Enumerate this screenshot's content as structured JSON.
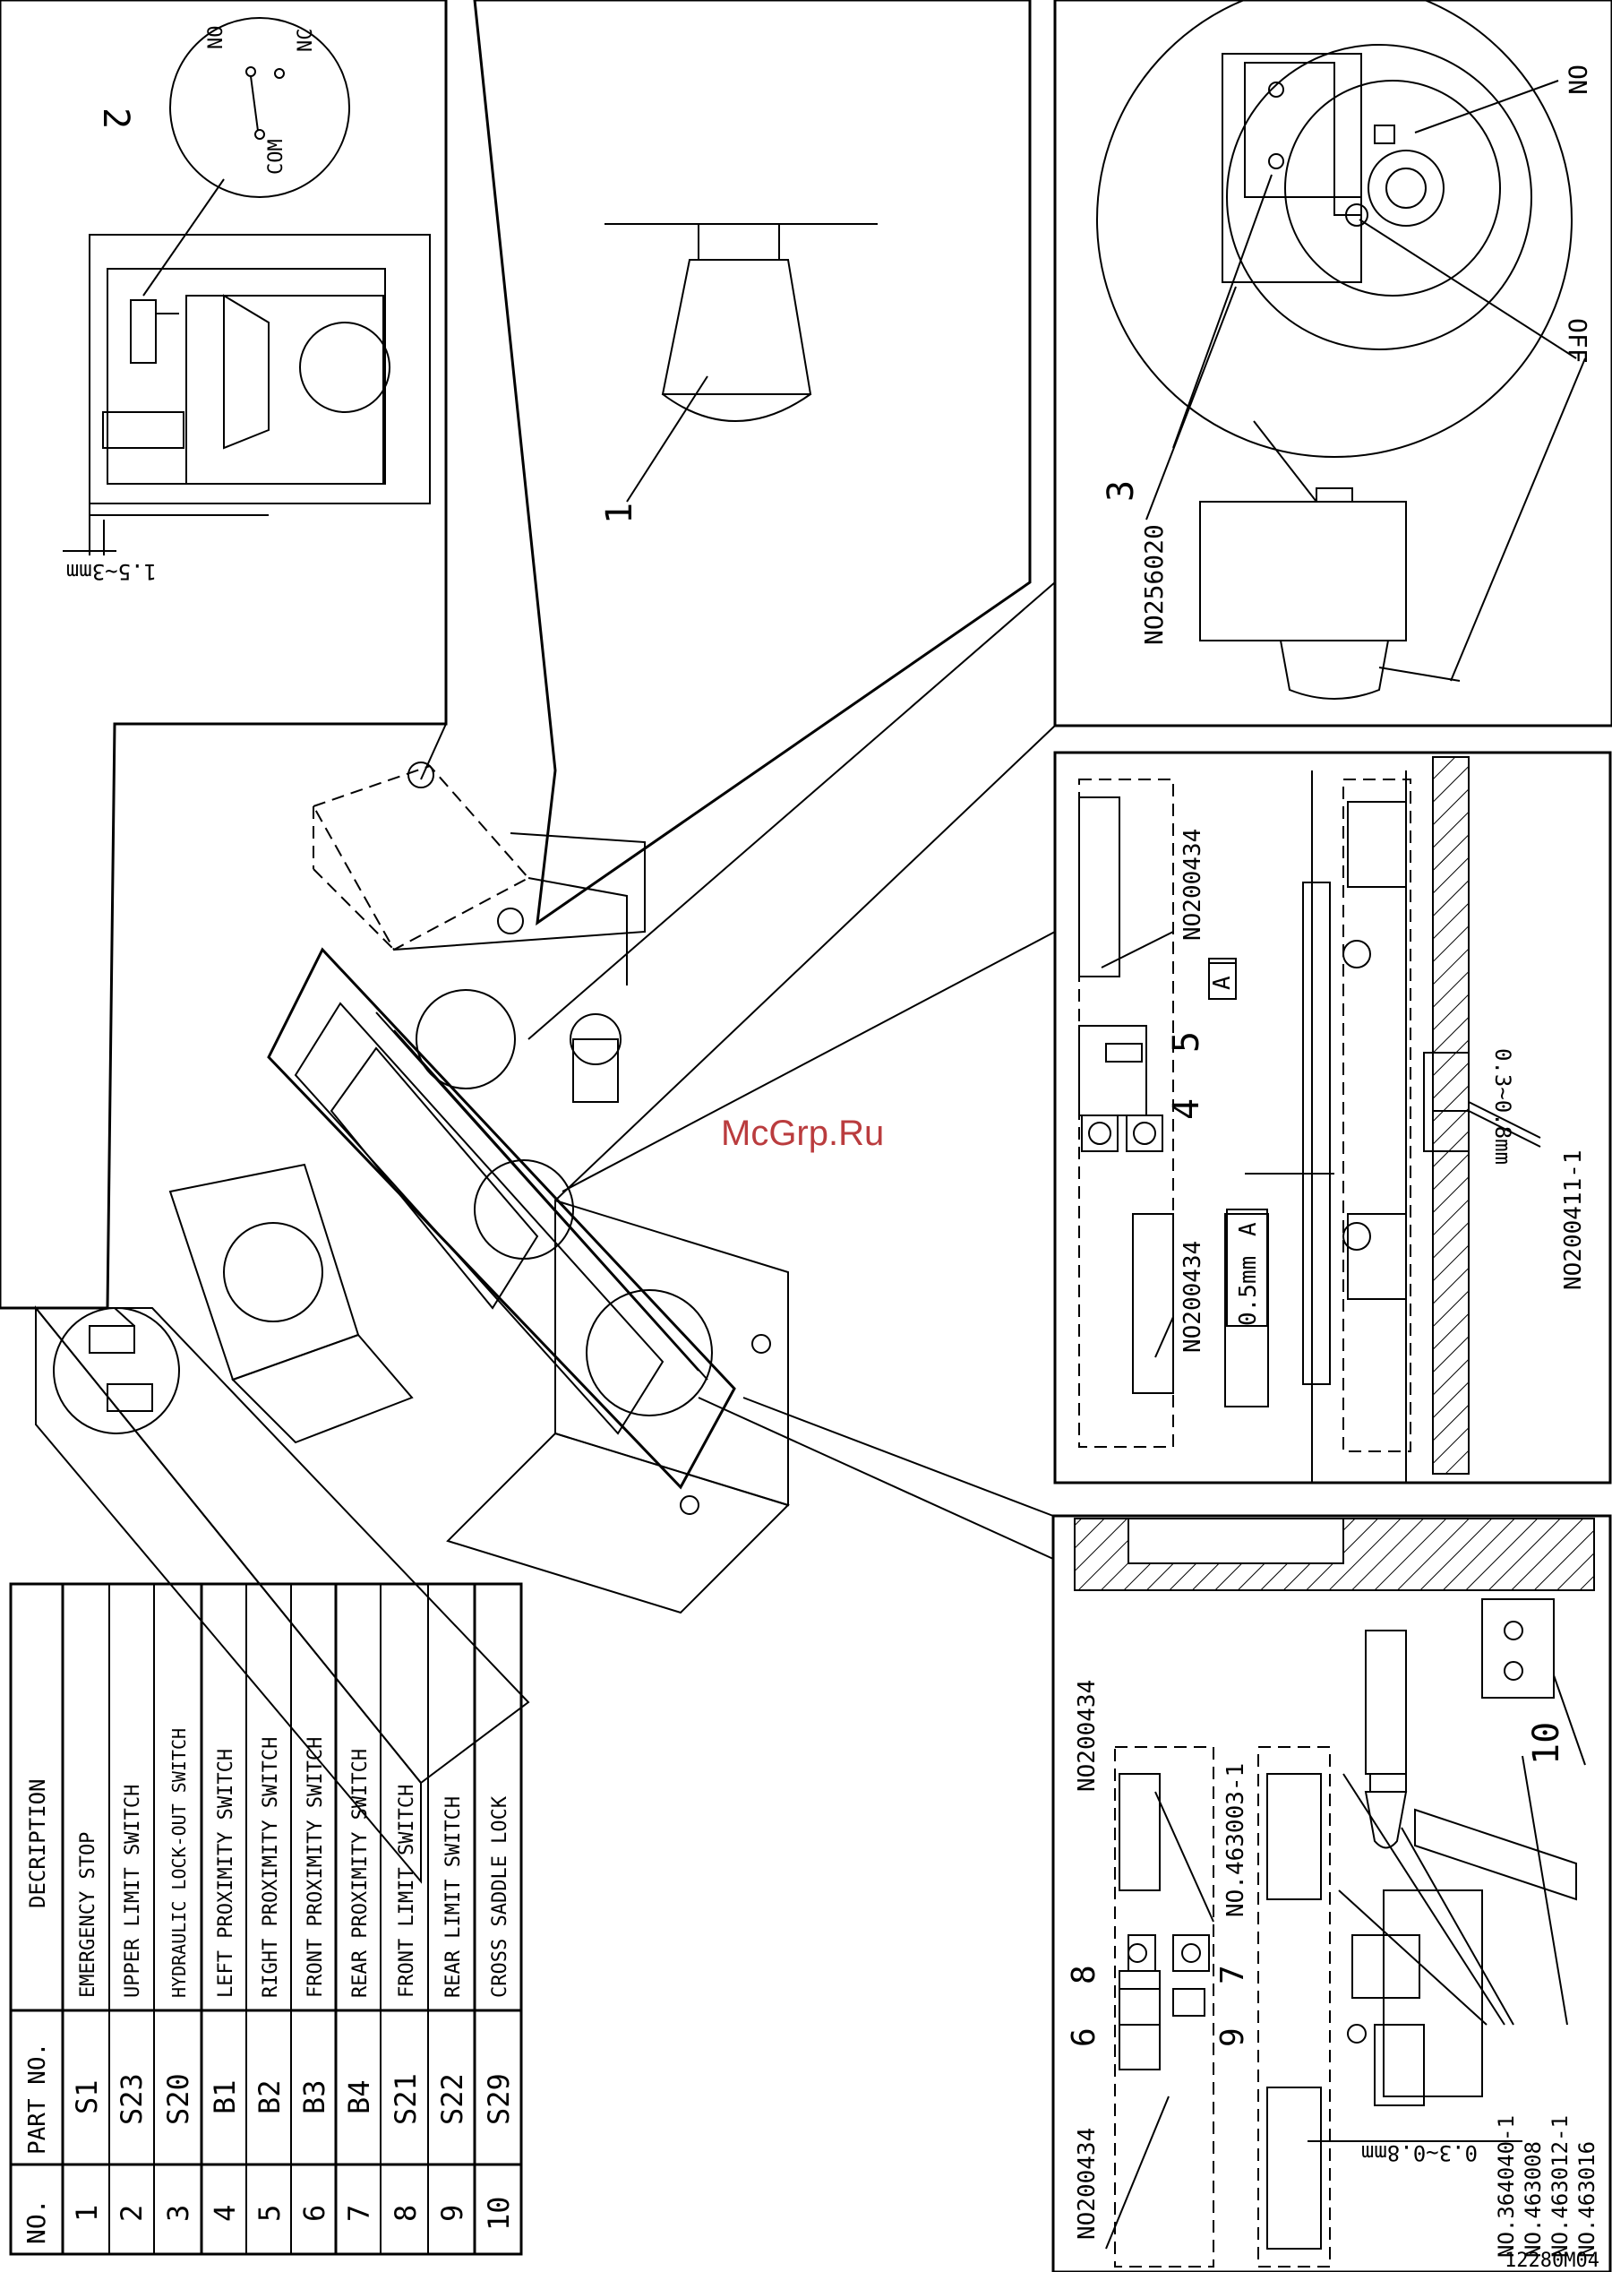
{
  "drawing_number": "12280M04",
  "watermark": "McGrp.Ru",
  "detail_switch": {
    "callout": "2",
    "contacts": [
      "NO",
      "NC",
      "COM"
    ],
    "gap": "1.5~3mm"
  },
  "detail_stop": {
    "callout": "1"
  },
  "detail_hydraulic": {
    "callout": "3",
    "part_no": "NO256020",
    "on_label": "ON",
    "off_label": "OFF"
  },
  "detail_proximity": {
    "callouts": [
      "5",
      "4"
    ],
    "part_top": "NO200434",
    "part_mid": "NO200434",
    "datum": "A",
    "tolerance": "0.5mm",
    "tolerance_datum": "A",
    "gap": "0.3~0.8mm",
    "part_switch": "NO200411-1"
  },
  "detail_limit": {
    "callouts": [
      "8",
      "7",
      "6",
      "9",
      "10"
    ],
    "parts_left": [
      "NO200434",
      "NO.463003-1",
      "NO200434"
    ],
    "parts_right": [
      "NO.364040-1",
      "NO.463008",
      "NO.463012-1",
      "NO.463016"
    ],
    "gap": "0.3~0.8mm"
  },
  "parts_table": {
    "headers": {
      "no": "NO.",
      "part_no": "PART NO.",
      "description": "DECRIPTION"
    },
    "rows": [
      {
        "no": "1",
        "part_no": "S1",
        "description": "EMERGENCY STOP"
      },
      {
        "no": "2",
        "part_no": "S23",
        "description": "UPPER LIMIT SWITCH"
      },
      {
        "no": "3",
        "part_no": "S20",
        "description": "HYDRAULIC LOCK-OUT SWITCH"
      },
      {
        "no": "4",
        "part_no": "B1",
        "description": "LEFT PROXIMITY SWITCH"
      },
      {
        "no": "5",
        "part_no": "B2",
        "description": "RIGHT PROXIMITY SWITCH"
      },
      {
        "no": "6",
        "part_no": "B3",
        "description": "FRONT PROXIMITY SWITCH"
      },
      {
        "no": "7",
        "part_no": "B4",
        "description": "REAR PROXIMITY SWITCH"
      },
      {
        "no": "8",
        "part_no": "S21",
        "description": "FRONT LIMIT SWITCH"
      },
      {
        "no": "9",
        "part_no": "S22",
        "description": "REAR LIMIT SWITCH"
      },
      {
        "no": "10",
        "part_no": "S29",
        "description": "CROSS SADDLE LOCK"
      }
    ]
  }
}
